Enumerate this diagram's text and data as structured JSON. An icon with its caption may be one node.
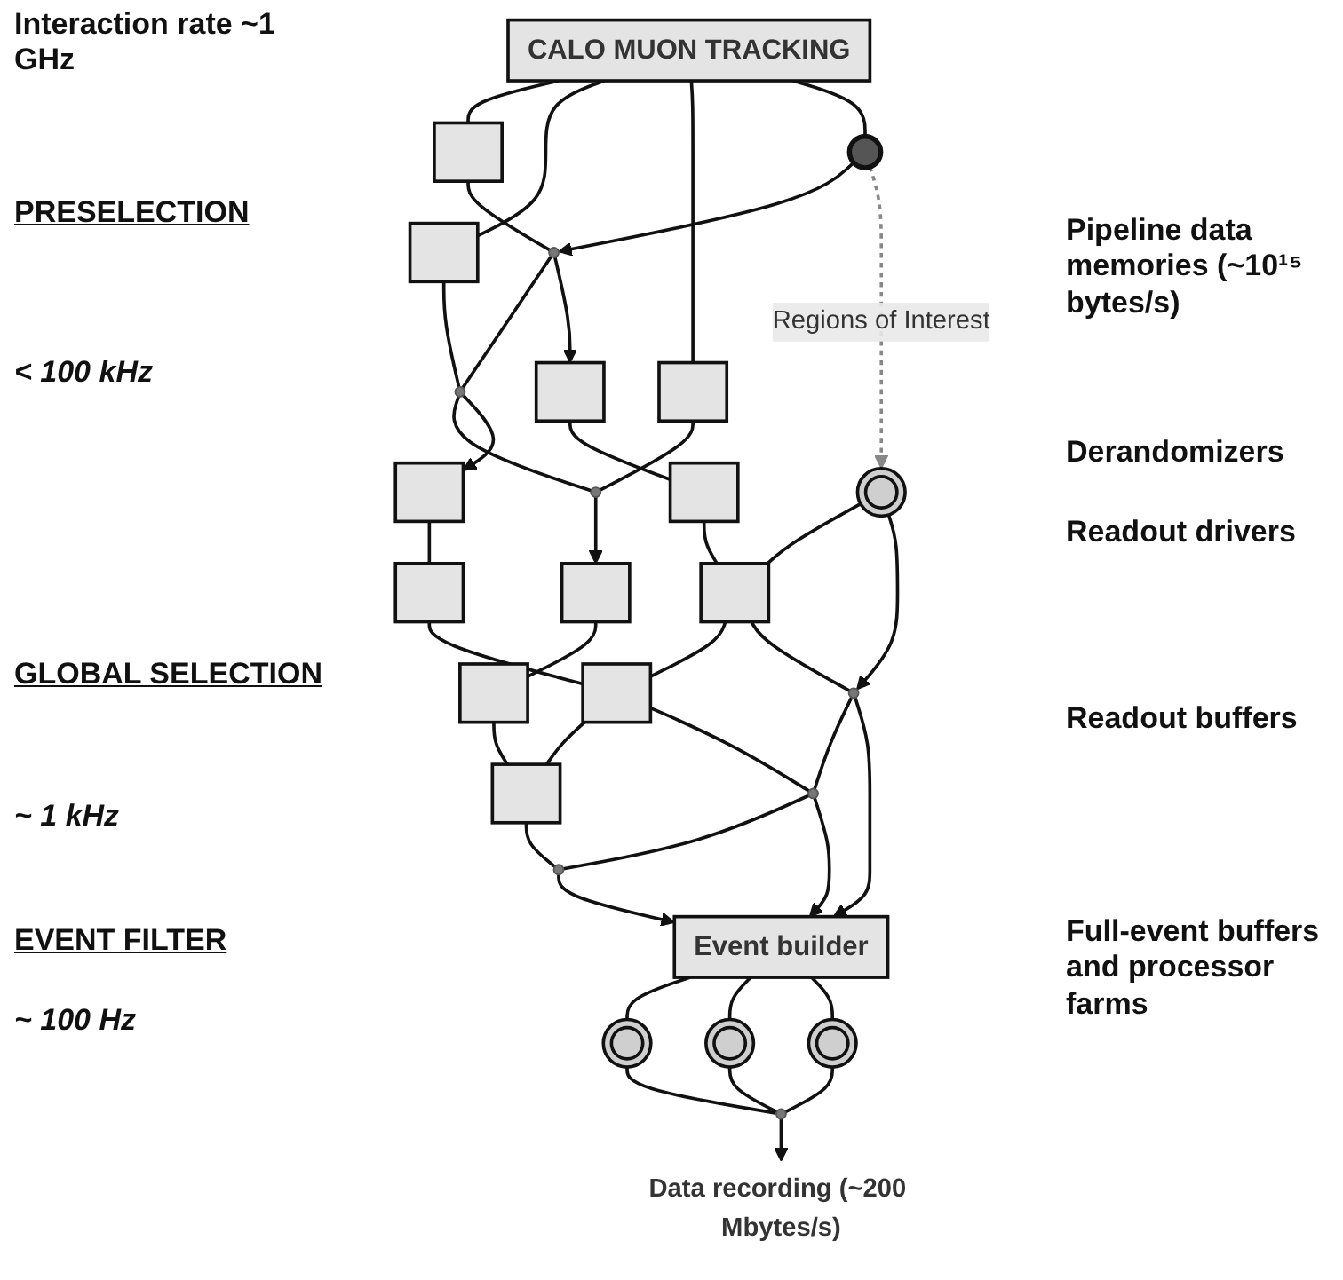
{
  "diagram": {
    "nodes": [
      {
        "text": [
          "CALO MUON TRACKING"
        ]
      },
      {
        "text": [],
        "shape": "circle"
      },
      {
        "text": [],
        "shape": "box"
      },
      {
        "text": [],
        "shape": "box"
      },
      {
        "text": [],
        "shape": "box"
      },
      {
        "text": [],
        "shape": "circle"
      },
      {
        "text": [],
        "shape": "circle"
      },
      {
        "text": [],
        "shape": "circle"
      },
      {
        "text": [],
        "shape": "box"
      },
      {
        "text": [],
        "shape": "box"
      },
      {
        "text": [],
        "shape": "box"
      },
      {
        "text": [],
        "shape": "box"
      },
      {
        "text": [],
        "shape": "box"
      },
      {
        "text": [],
        "shape": "box"
      },
      {
        "text": [],
        "shape": "circle"
      },
      {
        "text": [],
        "shape": "box"
      },
      {
        "text": [],
        "shape": "box"
      },
      {
        "text": [],
        "shape": "box"
      },
      {
        "text": [],
        "shape": "circle"
      },
      {
        "text": [],
        "shape": "circle"
      },
      {
        "text": [],
        "shape": "circle"
      },
      {
        "text": [
          "Event builder"
        ]
      },
      {
        "text": [],
        "shape": "circle"
      },
      {
        "text": [],
        "shape": "circle"
      },
      {
        "text": [],
        "shape": "circle"
      },
      {
        "text": [],
        "shape": "circle"
      },
      {
        "text": [
          "Data recording (~200 Mbytes/s)"
        ]
      }
    ],
    "edges": [
      {
        "from": 0,
        "to": 2,
        "arrow": "none"
      },
      {
        "from": 0,
        "to": 3,
        "arrow": "none"
      },
      {
        "from": 0,
        "to": 4,
        "arrow": "none"
      },
      {
        "from": 0,
        "to": 1,
        "arrow": "none"
      },
      {
        "from": 1,
        "to": 5,
        "arrow": "to"
      },
      {
        "from": 5,
        "to": 6,
        "arrow": "none"
      },
      {
        "from": 6,
        "to": 7,
        "arrow": "none"
      },
      {
        "from": 2,
        "to": 5,
        "arrow": "none"
      },
      {
        "from": 3,
        "to": 6,
        "arrow": "none"
      },
      {
        "from": 4,
        "to": 7,
        "arrow": "none"
      },
      {
        "from": 5,
        "to": 8,
        "arrow": "to"
      },
      {
        "from": 6,
        "to": 9,
        "arrow": "to"
      },
      {
        "from": 7,
        "to": 10,
        "arrow": "to"
      },
      {
        "from": 8,
        "to": 11,
        "arrow": "none"
      },
      {
        "from": 9,
        "to": 12,
        "arrow": "none"
      },
      {
        "from": 10,
        "to": 13,
        "arrow": "none"
      },
      {
        "from": 1,
        "to": 14,
        "arrow": "to",
        "label": "Regions of Interest",
        "style": "dashed",
        "color": "#888888"
      },
      {
        "from": 11,
        "to": 15,
        "arrow": "none"
      },
      {
        "from": 12,
        "to": 16,
        "arrow": "none"
      },
      {
        "from": 13,
        "to": 17,
        "arrow": "none"
      },
      {
        "from": 14,
        "to": 15,
        "arrow": "none"
      },
      {
        "from": 15,
        "to": 16,
        "arrow": "none"
      },
      {
        "from": 16,
        "to": 17,
        "arrow": "none"
      },
      {
        "from": 14,
        "to": 18,
        "arrow": "to"
      },
      {
        "from": 18,
        "to": 19,
        "arrow": "none"
      },
      {
        "from": 19,
        "to": 20,
        "arrow": "none"
      },
      {
        "from": 15,
        "to": 18,
        "arrow": "none"
      },
      {
        "from": 16,
        "to": 19,
        "arrow": "none"
      },
      {
        "from": 17,
        "to": 20,
        "arrow": "none"
      },
      {
        "from": 18,
        "to": 21,
        "arrow": "to"
      },
      {
        "from": 19,
        "to": 21,
        "arrow": "to"
      },
      {
        "from": 20,
        "to": 21,
        "arrow": "to"
      },
      {
        "from": 21,
        "to": 22,
        "arrow": "none"
      },
      {
        "from": 21,
        "to": 23,
        "arrow": "none"
      },
      {
        "from": 21,
        "to": 24,
        "arrow": "none"
      },
      {
        "from": 22,
        "to": 25,
        "arrow": "none"
      },
      {
        "from": 23,
        "to": 25,
        "arrow": "none"
      },
      {
        "from": 24,
        "to": 25,
        "arrow": "none"
      },
      {
        "from": 25,
        "to": 26,
        "arrow": "to"
      }
    ],
    "labels": [
      "Interaction rate ~1 GHz",
      "PRESELECTION",
      "Pipeline data memories (~10¹⁵ bytes/s)",
      "< 100 kHz",
      "Derandomizers",
      "Readout drivers",
      "GLOBAL SELECTION",
      "Readout buffers",
      "~ 1 kHz",
      "EVENT FILTER",
      "Full-event buffers and processor farms",
      "~ 100 Hz"
    ]
  }
}
